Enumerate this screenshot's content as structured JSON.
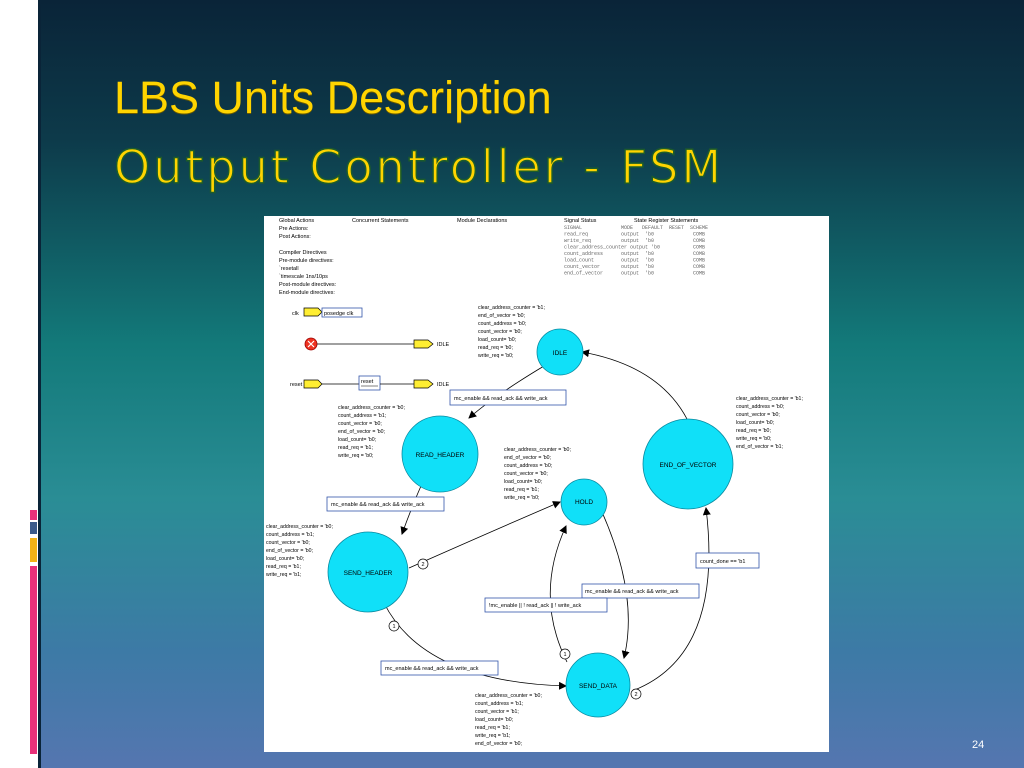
{
  "slide": {
    "title_line1": "LBS Units Description",
    "title_line2": "Output Controller - FSM",
    "page_number": "24",
    "accent_colors": [
      "#e8317a",
      "#3a5a8a",
      "#f2b316",
      "#e8317a"
    ]
  },
  "diagram": {
    "header": {
      "global_actions": [
        "Global Actions",
        "Pre Actions:",
        "Post Actions:"
      ],
      "concurrent": "Concurrent Statements",
      "module": "Module Declarations",
      "compiler": [
        "Compiler Directives",
        "Pre-module directives:",
        "`resetall",
        "`timescale 1ns/10ps",
        "Post-module directives:",
        "End-module directives:"
      ]
    },
    "signal_table": {
      "title1": "Signal Status",
      "title2": "State Register Statements",
      "columns": "SIGNAL             MODE   DEFAULT  RESET  SCHEME",
      "rows": [
        "read_req           output  'b0             COMB",
        "write_req          output  'b0             COMB",
        "clear_address_counter output 'b0           COMB",
        "count_address      output  'b0             COMB",
        "load_count         output  'b0             COMB",
        "count_vector       output  'b0             COMB",
        "end_of_vector      output  'b0             COMB"
      ]
    },
    "clock": {
      "signal": "clk",
      "edge": "posedge clk"
    },
    "reset_entry": {
      "target": "IDLE"
    },
    "reset_signal": {
      "signal": "reset",
      "box": "reset",
      "target": "IDLE"
    },
    "states": {
      "idle": "IDLE",
      "read_header": "READ_HEADER",
      "hold": "HOLD",
      "end_of_vector": "END_OF_VECTOR",
      "send_header": "SEND_HEADER",
      "send_data": "SEND_DATA"
    },
    "actions": {
      "idle": [
        "clear_address_counter = 'b1;",
        "end_of_vector = 'b0;",
        "count_address = 'b0;",
        "count_vector = 'b0;",
        "load_count= 'b0;",
        "read_req = 'b0;",
        "write_req = 'b0;"
      ],
      "read_header": [
        "clear_address_counter = 'b0;",
        "count_address = 'b1;",
        "count_vector = 'b0;",
        "end_of_vector = 'b0;",
        "load_count= 'b0;",
        "read_req = 'b1;",
        "write_req = 'b0;"
      ],
      "hold": [
        "clear_address_counter = 'b0;",
        "end_of_vector = 'b0;",
        "count_address = 'b0;",
        "count_vector = 'b0;",
        "load_count= 'b0;",
        "read_req = 'b1;",
        "write_req = 'b0;"
      ],
      "end_of_vector": [
        "clear_address_counter = 'b1;",
        "count_address = 'b0;",
        "count_vector = 'b0;",
        "load_count= 'b0;",
        "read_req = 'b0;",
        "write_req = 'b0;",
        "end_of_vector = 'b1;"
      ],
      "send_header": [
        "clear_address_counter = 'b0;",
        "count_address = 'b1;",
        "count_vector = 'b0;",
        "end_of_vector = 'b0;",
        "load_count= 'b0;",
        "read_req = 'b1;",
        "write_req = 'b1;"
      ],
      "send_data": [
        "clear_address_counter = 'b0;",
        "count_address = 'b1;",
        "count_vector = 'b1;",
        "load_count= 'b0;",
        "read_req = 'b1;",
        "write_req = 'b1;",
        "end_of_vector = 'b0;"
      ]
    },
    "conditions": {
      "idle_to_read_header": "mc_enable && read_ack && write_ack",
      "read_header_to_send_header": "mc_enable && read_ack && write_ack",
      "send_data_to_hold": "mc_enable && read_ack && write_ack",
      "hold_to_send_data": "!mc_enable || ! read_ack || ! write_ack",
      "send_header_to_send_data": "mc_enable && read_ack && write_ack",
      "send_data_to_end_of_vector": "count_done == 'b1"
    },
    "priorities": {
      "send_header_hold": "2",
      "send_header_send_data": "1",
      "send_data_hold": "1",
      "send_data_end_of_vector": "2"
    }
  }
}
